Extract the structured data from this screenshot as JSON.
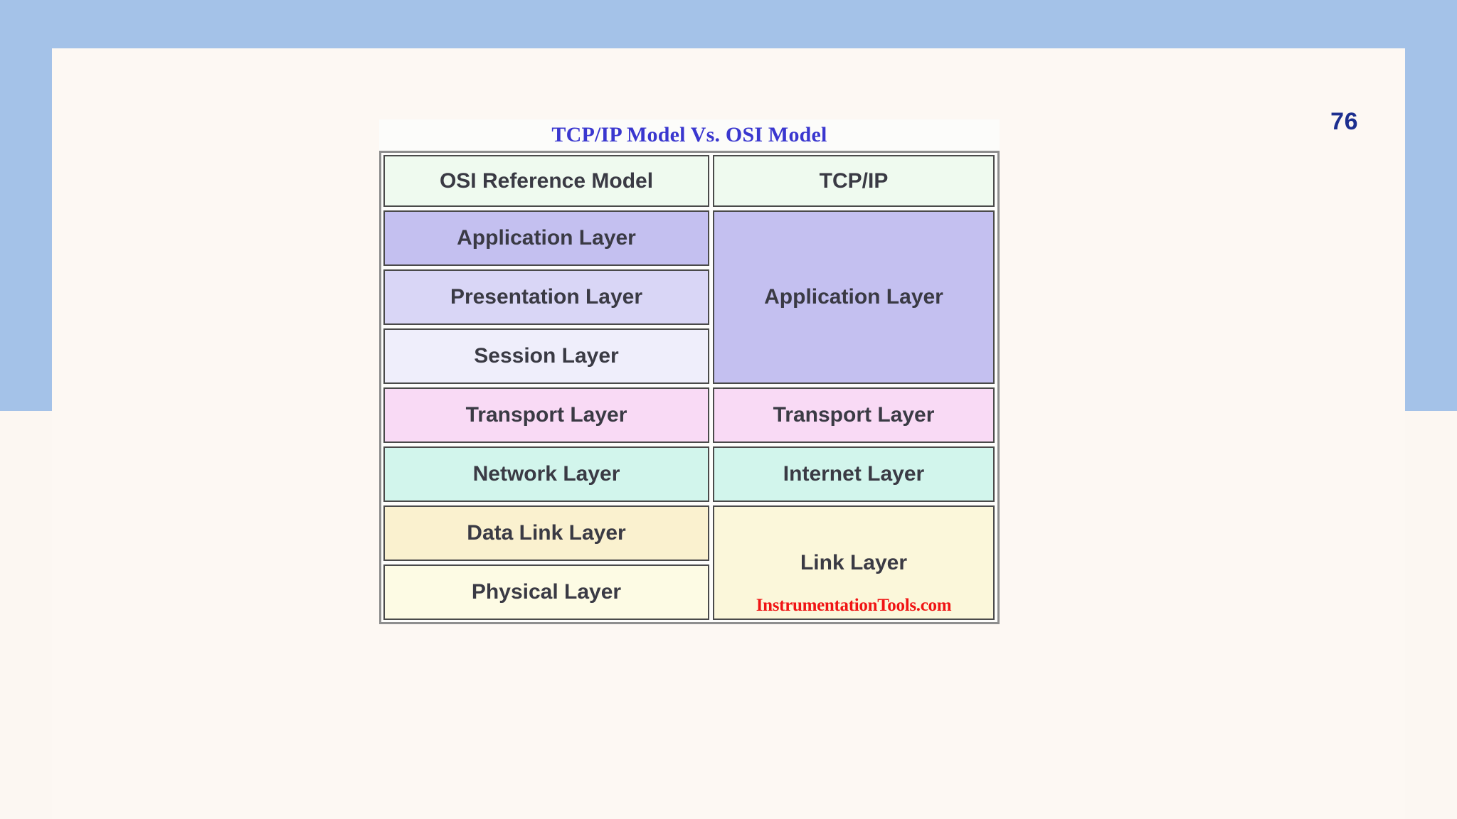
{
  "slide": {
    "page_number": "76",
    "accent_blue": "#a4c2e8",
    "canvas_background": "#fdf8f3",
    "page_number_color": "#1d2f8f"
  },
  "figure": {
    "title": "TCP/IP Model Vs. OSI Model",
    "title_color": "#3a37cf",
    "watermark": "InstrumentationTools.com",
    "watermark_color": "#f01414",
    "border_color": "#4a4a4a",
    "columns": [
      {
        "header": "OSI Reference Model",
        "header_color": "#effaef",
        "cells": [
          {
            "label": "Application Layer",
            "color": "#c4c0f0",
            "rows": 1
          },
          {
            "label": "Presentation Layer",
            "color": "#d9d6f6",
            "rows": 1
          },
          {
            "label": "Session Layer",
            "color": "#efeefb",
            "rows": 1
          },
          {
            "label": "Transport Layer",
            "color": "#f9daf5",
            "rows": 1
          },
          {
            "label": "Network Layer",
            "color": "#d2f5ec",
            "rows": 1
          },
          {
            "label": "Data Link Layer",
            "color": "#faf1cf",
            "rows": 1
          },
          {
            "label": "Physical Layer",
            "color": "#fdfbe4",
            "rows": 1
          }
        ]
      },
      {
        "header": "TCP/IP",
        "header_color": "#effaef",
        "cells": [
          {
            "label": "Application Layer",
            "color": "#c4c0f0",
            "rows": 3
          },
          {
            "label": "Transport Layer",
            "color": "#f9daf5",
            "rows": 1
          },
          {
            "label": "Internet Layer",
            "color": "#d2f5ec",
            "rows": 1
          },
          {
            "label": "Link Layer",
            "color": "#fbf7da",
            "rows": 2
          }
        ]
      }
    ]
  }
}
